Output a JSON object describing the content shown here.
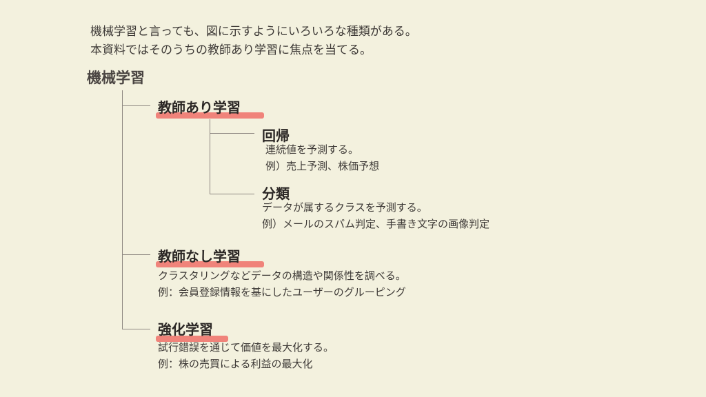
{
  "intro": {
    "line1": "機械学習と言っても、図に示すようにいろいろな種類がある。",
    "line2": "本資料ではそのうちの教師あり学習に焦点を当てる。"
  },
  "root": {
    "title": "機械学習"
  },
  "supervised": {
    "title": "教師あり学習",
    "highlighted": true,
    "highlight_color": "#f0837a",
    "children": [
      {
        "title": "回帰",
        "desc1": "連続値を予測する。",
        "desc2": "例）売上予測、株価予想"
      },
      {
        "title": "分類",
        "desc1": "データが属するクラスを予測する。",
        "desc2": "例）メールのスパム判定、手書き文字の画像判定"
      }
    ]
  },
  "unsupervised": {
    "title": "教師なし学習",
    "desc1": "クラスタリングなどデータの構造や関係性を調べる。",
    "desc2": "例：会員登録情報を基にしたユーザーのグルーピング"
  },
  "reinforcement": {
    "title": "強化学習",
    "desc1": "試行錯誤を通じて価値を最大化する。",
    "desc2": "例：株の売買による利益の最大化"
  },
  "colors": {
    "background": "#f3f1de",
    "connector": "#8d8781",
    "highlight": "#f0837a"
  }
}
